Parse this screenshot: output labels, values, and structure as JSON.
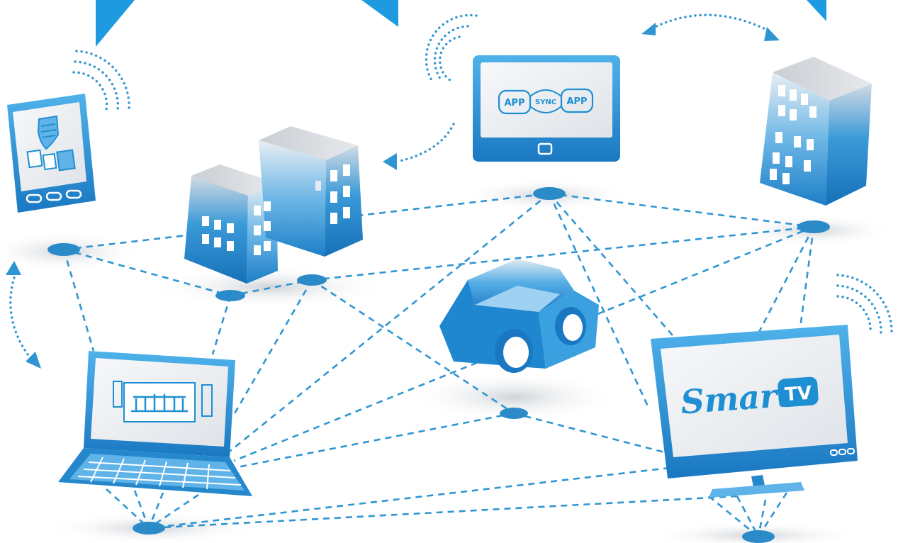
{
  "diagram": {
    "tablet_screen": {
      "left_app": "APP",
      "center": "SYNC",
      "right_app": "APP"
    },
    "tv_screen": {
      "brand": "Smart",
      "badge": "TV"
    },
    "colors": {
      "accent": "#1e8fd3",
      "link": "#2f95d2",
      "node": "#2b8bc9",
      "screen": "#eef1f4"
    },
    "icons": [
      "smartphone-icon",
      "office-buildings-icon",
      "tablet-icon",
      "skyscraper-icon",
      "laptop-icon",
      "car-icon",
      "smart-tv-icon",
      "wifi-signal-icon",
      "sync-arrow-icon"
    ]
  }
}
